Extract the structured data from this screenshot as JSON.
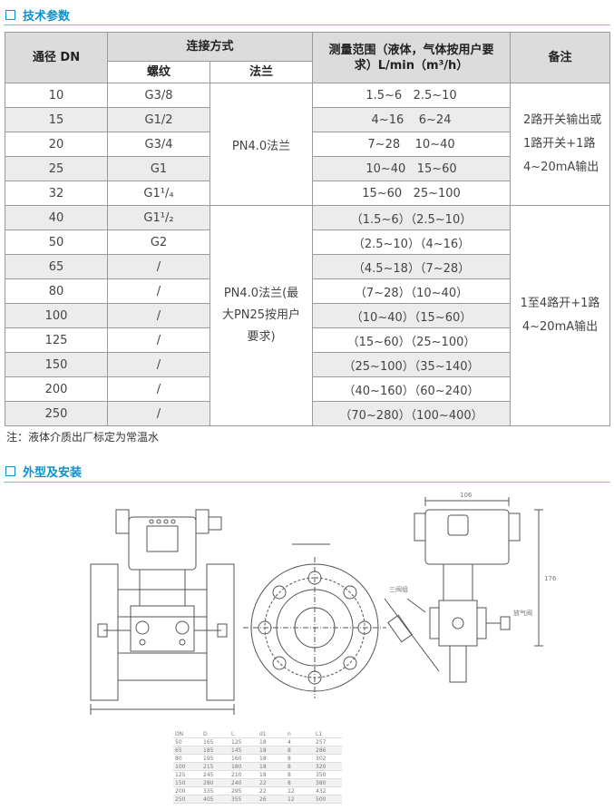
{
  "section1_title": "技术参数",
  "section2_title": "外型及安装",
  "table": {
    "h_dn": "通径 DN",
    "h_conn": "连接方式",
    "h_range": "测量范围（液体，气体按用户要求）L/min（m³/h）",
    "h_note": "备注",
    "h_thread": "螺纹",
    "h_flange": "法兰",
    "group1": {
      "flange": "PN4.0法兰",
      "note": "2路开关输出或1路开关+1路4~20mA输出",
      "rows": [
        {
          "dn": "10",
          "thread": "G3/8",
          "range": "1.5~6   2.5~10"
        },
        {
          "dn": "15",
          "thread": "G1/2",
          "range": "4~16    6~24"
        },
        {
          "dn": "20",
          "thread": "G3/4",
          "range": "7~28    10~40"
        },
        {
          "dn": "25",
          "thread": "G1",
          "range": "10~40   15~60"
        },
        {
          "dn": "32",
          "thread": "G1¹/₄",
          "range": "15~60   25~100"
        }
      ]
    },
    "group2": {
      "flange": "PN4.0法兰(最大PN25按用户要求)",
      "note": "1至4路开+1路4~20mA输出",
      "rows": [
        {
          "dn": "40",
          "thread": "G1¹/₂",
          "range": "（1.5~6）（2.5~10）"
        },
        {
          "dn": "50",
          "thread": "G2",
          "range": "（2.5~10）（4~16）"
        },
        {
          "dn": "65",
          "thread": "/",
          "range": "（4.5~18）（7~28）"
        },
        {
          "dn": "80",
          "thread": "/",
          "range": "（7~28）（10~40）"
        },
        {
          "dn": "100",
          "thread": "/",
          "range": "（10~40）（15~60）"
        },
        {
          "dn": "125",
          "thread": "/",
          "range": "（15~60）（25~100）"
        },
        {
          "dn": "150",
          "thread": "/",
          "range": "（25~100）（35~140）"
        },
        {
          "dn": "200",
          "thread": "/",
          "range": "（40~160）（60~240）"
        },
        {
          "dn": "250",
          "thread": "/",
          "range": "（70~280）（100~400）"
        }
      ]
    }
  },
  "note": "注：液体介质出厂标定为常温水",
  "diagram_labels": {
    "valve3": "三阀组",
    "vent_valve": "放气阀",
    "dim_top": "106",
    "dim_right": "176"
  },
  "dim_table": {
    "headers": [
      "DN",
      "D",
      "L",
      "d1",
      "n",
      "L1"
    ],
    "rows": [
      [
        "50",
        "165",
        "125",
        "18",
        "4",
        "257"
      ],
      [
        "65",
        "185",
        "145",
        "18",
        "8",
        "286"
      ],
      [
        "80",
        "195",
        "160",
        "18",
        "8",
        "302"
      ],
      [
        "100",
        "215",
        "180",
        "18",
        "8",
        "320"
      ],
      [
        "125",
        "245",
        "210",
        "18",
        "8",
        "350"
      ],
      [
        "150",
        "280",
        "240",
        "22",
        "8",
        "380"
      ],
      [
        "200",
        "335",
        "295",
        "22",
        "12",
        "432"
      ],
      [
        "250",
        "405",
        "355",
        "26",
        "12",
        "500"
      ]
    ]
  }
}
